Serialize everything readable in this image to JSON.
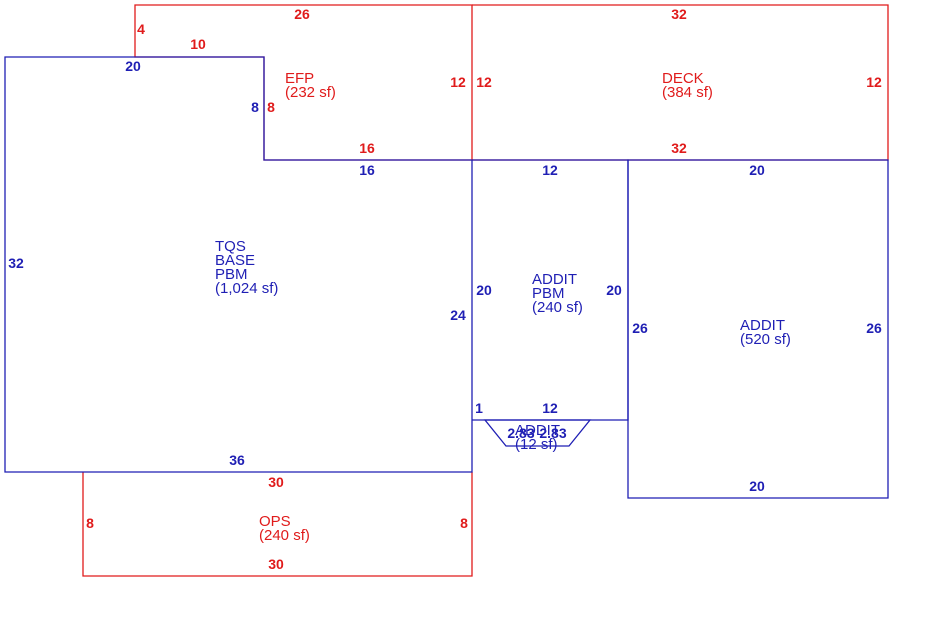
{
  "colors": {
    "red": "#e01b1b",
    "blue": "#1f1fb4",
    "background": "#ffffff"
  },
  "areas": [
    {
      "id": "efp",
      "color": "red",
      "lines": [
        "EFP",
        "(232 sf)"
      ],
      "dims": [
        "26",
        "4",
        "10",
        "12",
        "8",
        "16"
      ]
    },
    {
      "id": "deck",
      "color": "red",
      "lines": [
        "DECK",
        "(384 sf)"
      ],
      "dims": [
        "32",
        "12",
        "12",
        "32"
      ]
    },
    {
      "id": "base",
      "color": "blue",
      "lines": [
        "TQS",
        "BASE",
        "PBM",
        "(1,024 sf)"
      ],
      "dims": [
        "20",
        "8",
        "16",
        "32",
        "24",
        "36"
      ]
    },
    {
      "id": "addit-pbm",
      "color": "blue",
      "lines": [
        "ADDIT",
        "PBM",
        "(240 sf)"
      ],
      "dims": [
        "12",
        "20",
        "20",
        "12",
        "1"
      ]
    },
    {
      "id": "addit-520",
      "color": "blue",
      "lines": [
        "ADDIT",
        "(520 sf)"
      ],
      "dims": [
        "20",
        "26",
        "26",
        "20"
      ]
    },
    {
      "id": "addit-12",
      "color": "blue",
      "lines": [
        "ADDIT",
        "(12 sf)",
        "2.83",
        "2.83"
      ],
      "dims": []
    },
    {
      "id": "ops",
      "color": "red",
      "lines": [
        "OPS",
        "(240 sf)"
      ],
      "dims": [
        "30",
        "8",
        "8",
        "30"
      ]
    }
  ]
}
